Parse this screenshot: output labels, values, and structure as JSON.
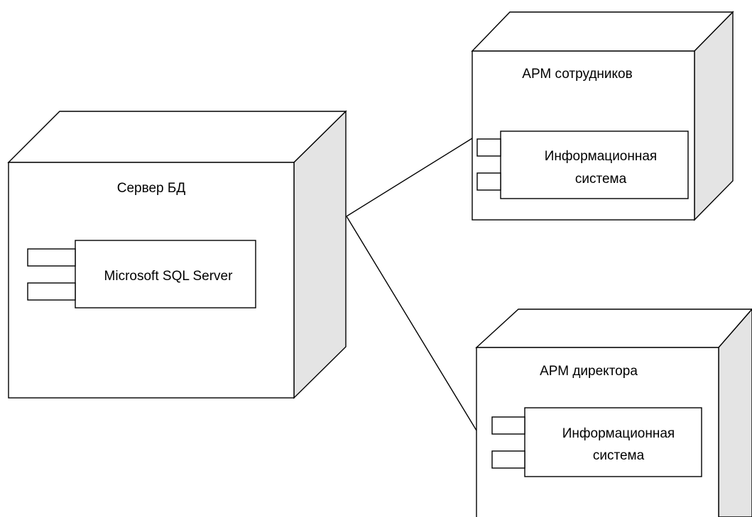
{
  "nodes": {
    "db_server": {
      "title": "Сервер БД",
      "component": {
        "line1": "Microsoft SQL Server",
        "line2": ""
      }
    },
    "staff_workstation": {
      "title": "АРМ сотрудников",
      "component": {
        "line1": "Информационная",
        "line2": "система"
      }
    },
    "director_workstation": {
      "title": "АРМ директора",
      "component": {
        "line1": "Информационная",
        "line2": "система"
      }
    }
  },
  "connections": [
    {
      "from": "db_server",
      "to": "staff_workstation"
    },
    {
      "from": "db_server",
      "to": "director_workstation"
    }
  ],
  "colors": {
    "stroke": "#000000",
    "node_side_fill": "#e4e4e4",
    "background": "#ffffff"
  }
}
